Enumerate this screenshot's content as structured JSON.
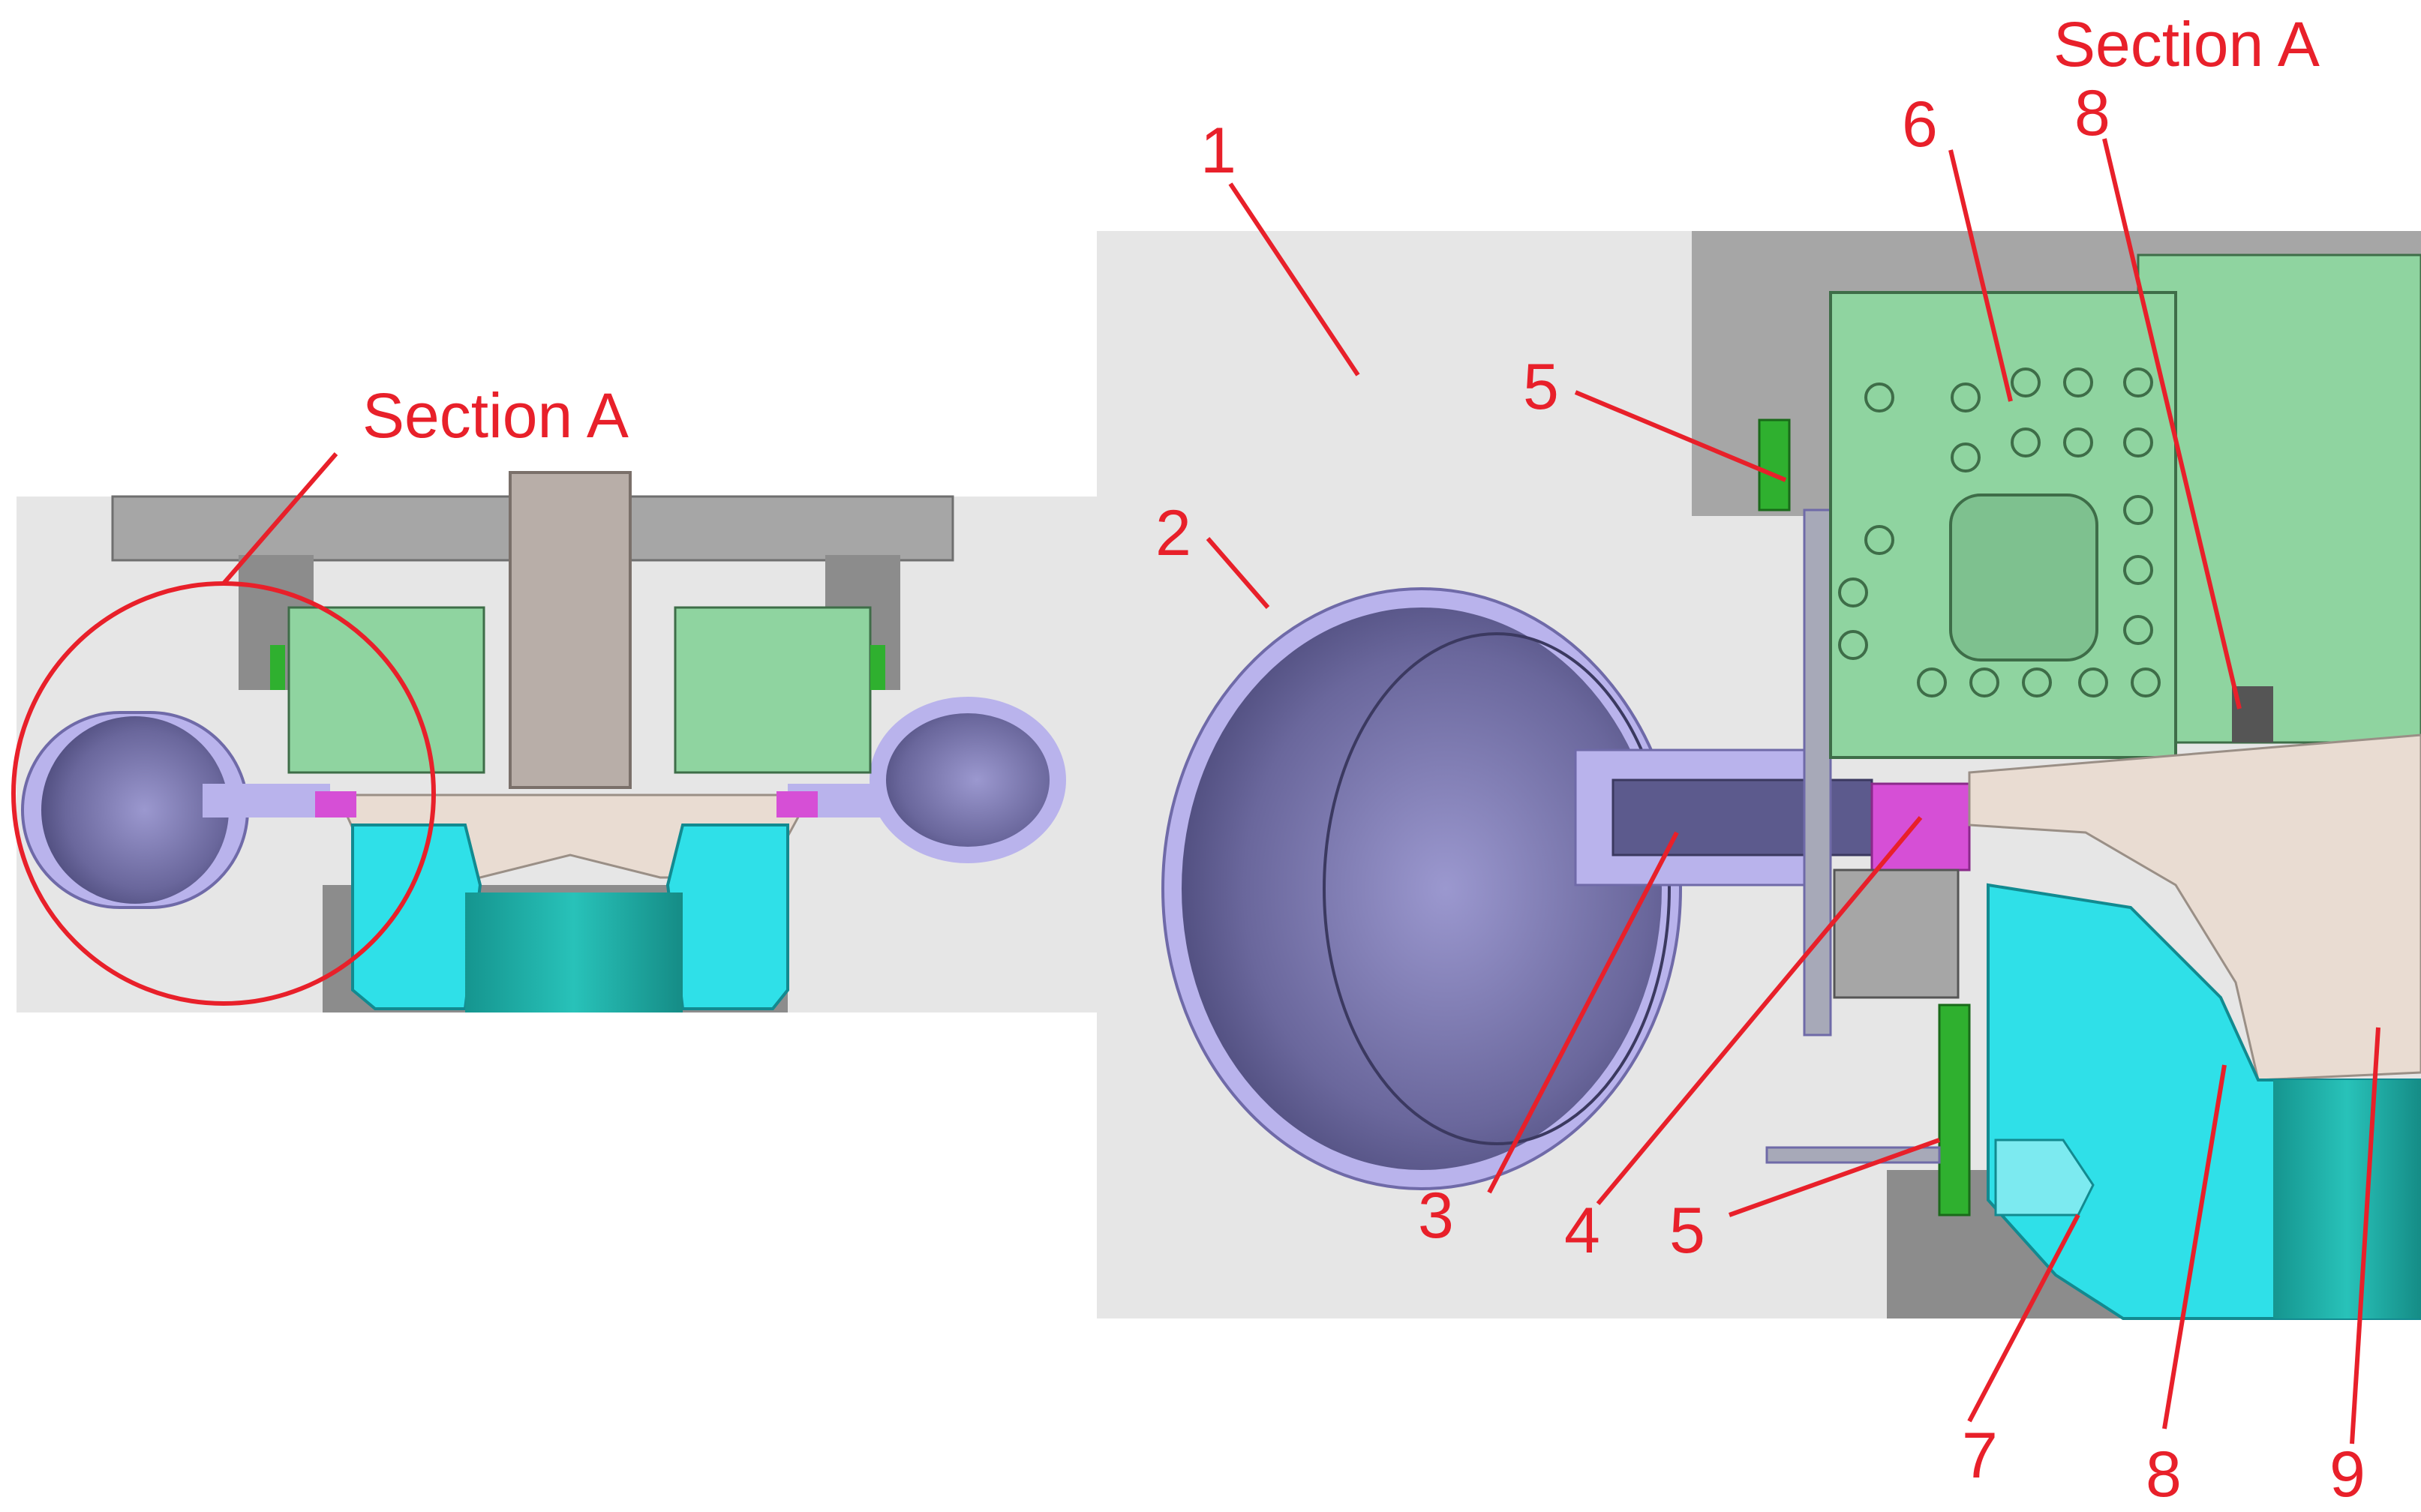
{
  "section_labels": {
    "overview": "Section A",
    "detail": "Section A"
  },
  "callouts": [
    "1",
    "2",
    "3",
    "4",
    "5",
    "5",
    "6",
    "7",
    "8",
    "8",
    "9"
  ],
  "colors": {
    "casing": "#e6e6e6",
    "housing_dark": "#8c8c8c",
    "housing_mid": "#a6a6a6",
    "volute": "#b9b3ec",
    "volute_inner": "#5c5a8d",
    "block_green": "#8fd4a0",
    "seal_green": "#2fb02f",
    "shaft": "#b8aea8",
    "impeller": "#e9dcd2",
    "magenta": "#d64fd6",
    "cyan": "#2fe0e8",
    "teal": "#1aa8a0",
    "bracket": "#a7a9b8",
    "annotation": "#e8202a"
  }
}
